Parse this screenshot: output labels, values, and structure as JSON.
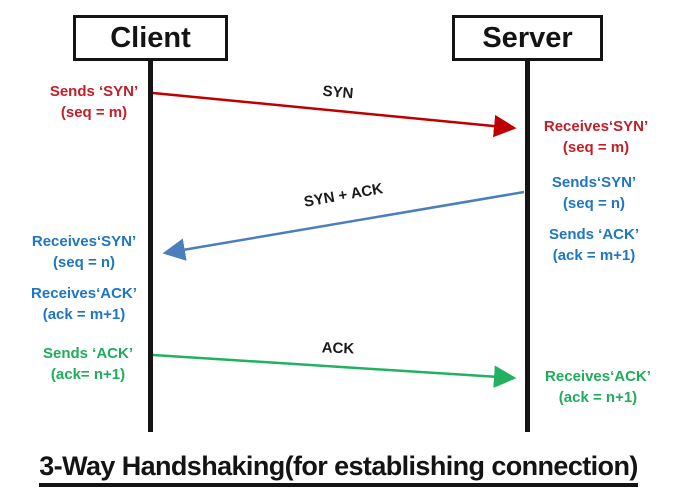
{
  "diagram": {
    "title": "3-Way Handshaking(for establishing connection)",
    "actors": {
      "client": "Client",
      "server": "Server"
    },
    "colors": {
      "syn_arrow_red": "#c00000",
      "syn_ack_arrow_blue": "#4a7ebc",
      "ack_arrow_green": "#22b161",
      "red_text": "#c02028",
      "blue_text": "#1f76c2",
      "green_text": "#1fad5c",
      "lifeline_black": "#141414"
    },
    "messages": [
      {
        "label": "SYN",
        "from": "Client",
        "to": "Server"
      },
      {
        "label": "SYN + ACK",
        "from": "Server",
        "to": "Client"
      },
      {
        "label": "ACK",
        "from": "Client",
        "to": "Server"
      }
    ],
    "annotations": {
      "client_sends_syn": {
        "line1": "Sends ‘SYN’",
        "line2": "(seq = m)"
      },
      "server_receives_syn": {
        "line1": "Receives‘SYN’",
        "line2": "(seq = m)"
      },
      "server_sends_syn": {
        "line1": "Sends‘SYN’",
        "line2": "(seq = n)"
      },
      "server_sends_ack": {
        "line1": "Sends ‘ACK’",
        "line2": "(ack = m+1)"
      },
      "client_receives_syn": {
        "line1": "Receives‘SYN’",
        "line2": "(seq = n)"
      },
      "client_receives_ack": {
        "line1": "Receives‘ACK’",
        "line2": "(ack = m+1)"
      },
      "client_sends_ack": {
        "line1": "Sends ‘ACK’",
        "line2": "(ack= n+1)"
      },
      "server_receives_ack": {
        "line1": "Receives‘ACK’",
        "line2": "(ack = n+1)"
      }
    }
  }
}
